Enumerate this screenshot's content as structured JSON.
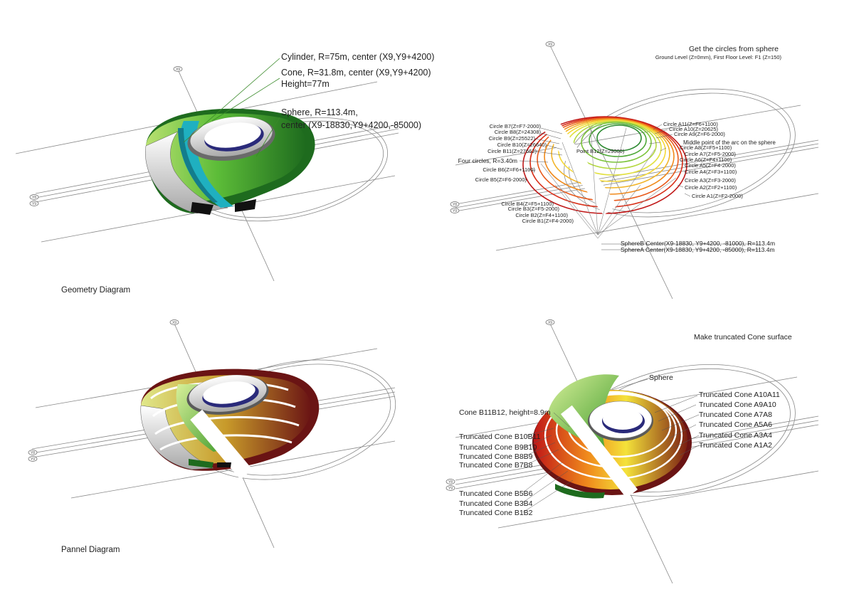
{
  "colors": {
    "green_light": "#b8e070",
    "green": "#4caf30",
    "green_dark": "#1e6b1e",
    "teal": "#1fb0c0",
    "navy": "#23236e",
    "red": "#c0141a",
    "orange": "#f08a1c",
    "yellow": "#f4e23a",
    "line": "#888888"
  },
  "geometry": {
    "title": "Geometry Diagram",
    "cylinder": "Cylinder, R=75m, center (X9,Y9+4200)",
    "cone": "Cone, R=31.8m, center (X9,Y9+4200)",
    "height": "Height=77m",
    "sphere": "Sphere, R=113.4m,",
    "sphere_center": "center (X9-18830,Y9+4200,-85000)",
    "grid": [
      "X9",
      "Y8",
      "Y9"
    ]
  },
  "circles": {
    "title": "Get the circles from sphere",
    "subtitle": "Ground Level (Z=0mm), First Floor Level: F1 (Z=150)",
    "grid": [
      "X9",
      "Y8",
      "Y9"
    ],
    "left_labels": [
      "Circle B7(Z=F7-2000)",
      "Circle B8(Z=24308)",
      "Circle B9(Z=25522)",
      "Circle B10(Z=26640)",
      "Circle B11(Z=27662)",
      "Four circles, R=3.40m",
      "Circle B6(Z=F6+1100)",
      "Circle B5(Z=F6-2000)"
    ],
    "bottom_labels": [
      "Circle B4(Z=F5+1100)",
      "Circle B3(Z=F5-2000)",
      "Circle B2(Z=F4+1100)",
      "Circle B1(Z=F4-2000)"
    ],
    "right_labels": [
      "Circle A11(Z=F6+1100)",
      "Circle A10(Z=20625)",
      "Circle A9(Z=F6-2000)",
      "Middle point of the arc on the sphere",
      "Circle A8(Z=F5+1100)",
      "Circle A7(Z=F5-2000)",
      "Circle A6(Z=F4+1100)",
      "Circle A5(Z=F4-2000)",
      "Circle A4(Z=F3+1100)",
      "Circle A3(Z=F3-2000)",
      "Circle A2(Z=F2+1100)",
      "Circle A1(Z=F2-2000)"
    ],
    "point": "Point B12(Z=29000)",
    "sphere_b": "SphereB Center(X9-18830, Y9+4200, -81000), R=113.4m",
    "sphere_a": "SphereA Center(X9-18830, Y9+4200, -85000), R=113.4m"
  },
  "panel": {
    "title": "Pannel Diagram",
    "grid": [
      "X9",
      "Y8",
      "Y9"
    ]
  },
  "cone": {
    "title": "Make truncated Cone surface",
    "grid": [
      "X9",
      "Y8",
      "Y9"
    ],
    "sphere": "Sphere",
    "top_left": "Cone B11B12, height=8.9m",
    "left_labels": [
      "Truncated Cone B10B11",
      "Truncated Cone B9B10",
      "Truncated Cone B8B9",
      "Truncated Cone B7B8",
      "Truncated Cone B5B6",
      "Truncated Cone B3B4",
      "Truncated Cone B1B2"
    ],
    "right_labels": [
      "Truncated Cone A10A11",
      "Truncated Cone A9A10",
      "Truncated Cone A7A8",
      "Truncated Cone A5A6",
      "Truncated Cone A3A4",
      "Truncated Cone A1A2"
    ]
  }
}
